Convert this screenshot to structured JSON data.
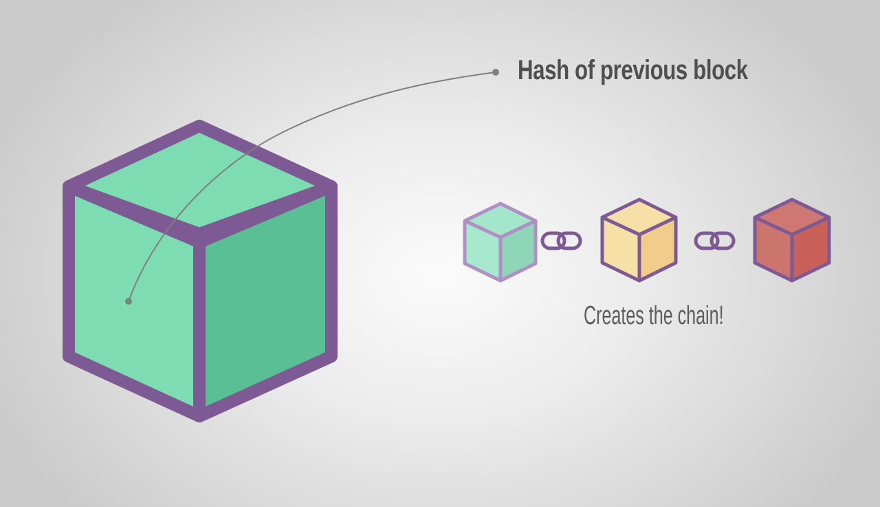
{
  "diagram": {
    "callout": {
      "label": "Hash of previous block",
      "pointer_start": [
        187,
        438
      ],
      "pointer_end": [
        721,
        105
      ]
    },
    "main_block": {
      "name": "current block",
      "colors": {
        "top": "#7ddcb2",
        "left": "#7ddcb2",
        "right": "#5bbf96",
        "stroke": "#7e5a94"
      }
    },
    "chain": {
      "caption": "Creates the chain!",
      "blocks": [
        {
          "name": "block 1",
          "colors": {
            "top": "#a3e6cb",
            "left": "#a8e8cf",
            "right": "#8fd6b8",
            "stroke": "#b08fc4"
          }
        },
        {
          "name": "block 2",
          "colors": {
            "top": "#f7e0a8",
            "left": "#f6e0a6",
            "right": "#f1cc8a",
            "stroke": "#7e5a94"
          }
        },
        {
          "name": "block 3",
          "colors": {
            "top": "#cf7772",
            "left": "#cc756e",
            "right": "#c9605a",
            "stroke": "#7e5a94"
          }
        }
      ],
      "links": [
        {
          "icon": "chain-link-icon"
        },
        {
          "icon": "chain-link-icon"
        }
      ]
    },
    "colors": {
      "text_primary": "#4f4f4f",
      "text_secondary": "#5c5c5c",
      "pointer": "#808080",
      "link_stroke": "#7e5a94"
    }
  }
}
